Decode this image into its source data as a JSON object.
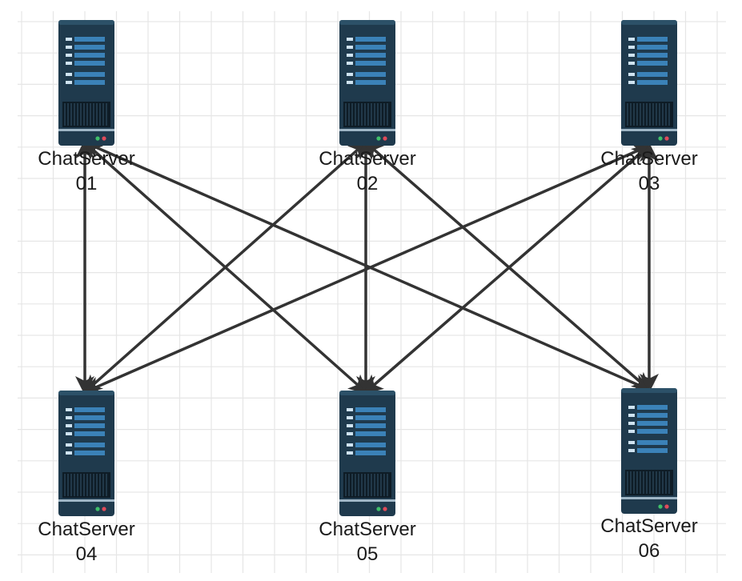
{
  "diagram": {
    "colors": {
      "background": "#ffffff",
      "grid": "#e6e6e6",
      "arrow": "#333333",
      "server_body": "#1f3a4d",
      "server_bar": "#3b82b8",
      "server_slot": "#0e1c26",
      "server_led_green": "#3fbf6a",
      "server_led_red": "#e04b5a"
    },
    "nodes": [
      {
        "id": "s01",
        "name": "ChatServer",
        "number": "01",
        "icon": "server-icon"
      },
      {
        "id": "s02",
        "name": "ChatServer",
        "number": "02",
        "icon": "server-icon"
      },
      {
        "id": "s03",
        "name": "ChatServer",
        "number": "03",
        "icon": "server-icon"
      },
      {
        "id": "s04",
        "name": "ChatServer",
        "number": "04",
        "icon": "server-icon"
      },
      {
        "id": "s05",
        "name": "ChatServer",
        "number": "05",
        "icon": "server-icon"
      },
      {
        "id": "s06",
        "name": "ChatServer",
        "number": "06",
        "icon": "server-icon"
      }
    ],
    "edges": [
      {
        "from": "s01",
        "to": "s04",
        "direction": "both"
      },
      {
        "from": "s01",
        "to": "s05",
        "direction": "both"
      },
      {
        "from": "s01",
        "to": "s06",
        "direction": "both"
      },
      {
        "from": "s02",
        "to": "s04",
        "direction": "both"
      },
      {
        "from": "s02",
        "to": "s05",
        "direction": "both"
      },
      {
        "from": "s02",
        "to": "s06",
        "direction": "both"
      },
      {
        "from": "s03",
        "to": "s04",
        "direction": "both"
      },
      {
        "from": "s03",
        "to": "s05",
        "direction": "both"
      },
      {
        "from": "s03",
        "to": "s06",
        "direction": "both"
      }
    ]
  }
}
